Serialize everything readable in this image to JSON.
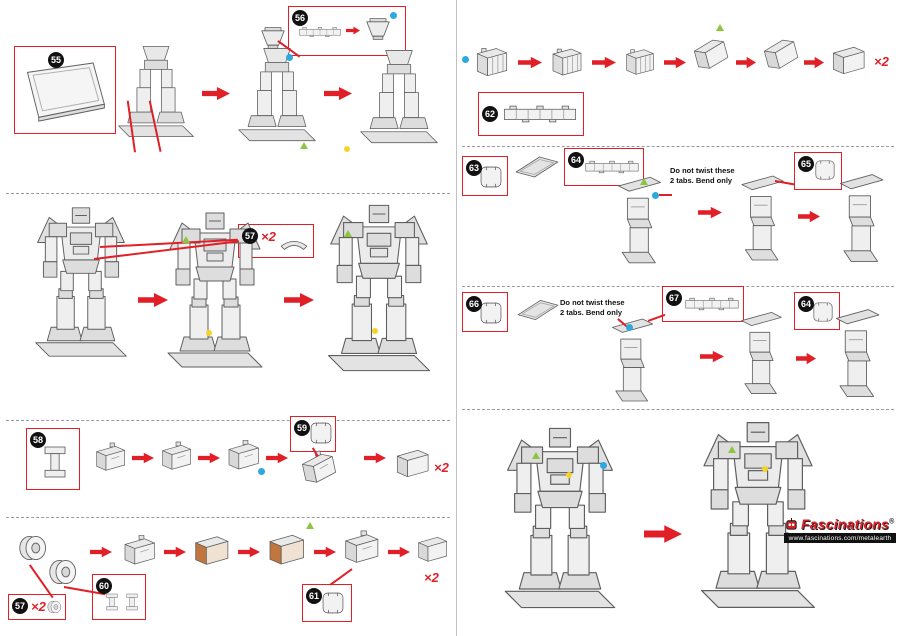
{
  "colors": {
    "accent": "#e01f26",
    "badge_bg": "#111111",
    "badge_text": "#ffffff",
    "marker_blue": "#2ea8de",
    "marker_green": "#8cc63e",
    "marker_yellow": "#f4d32a",
    "part_copper": "#c0763c"
  },
  "labels": {
    "x2": "×2"
  },
  "steps": {
    "55": "55",
    "56": "56",
    "57": "57",
    "58": "58",
    "59": "59",
    "60": "60",
    "61": "61",
    "62": "62",
    "63": "63",
    "64": "64",
    "65": "65",
    "66": "66",
    "67": "67"
  },
  "notes": {
    "twist_warning": "Do not twist these 2 tabs. Bend only"
  },
  "footer": {
    "brand": "Fascinations",
    "registered": "®",
    "url": "www.fascinations.com/metalearth"
  }
}
